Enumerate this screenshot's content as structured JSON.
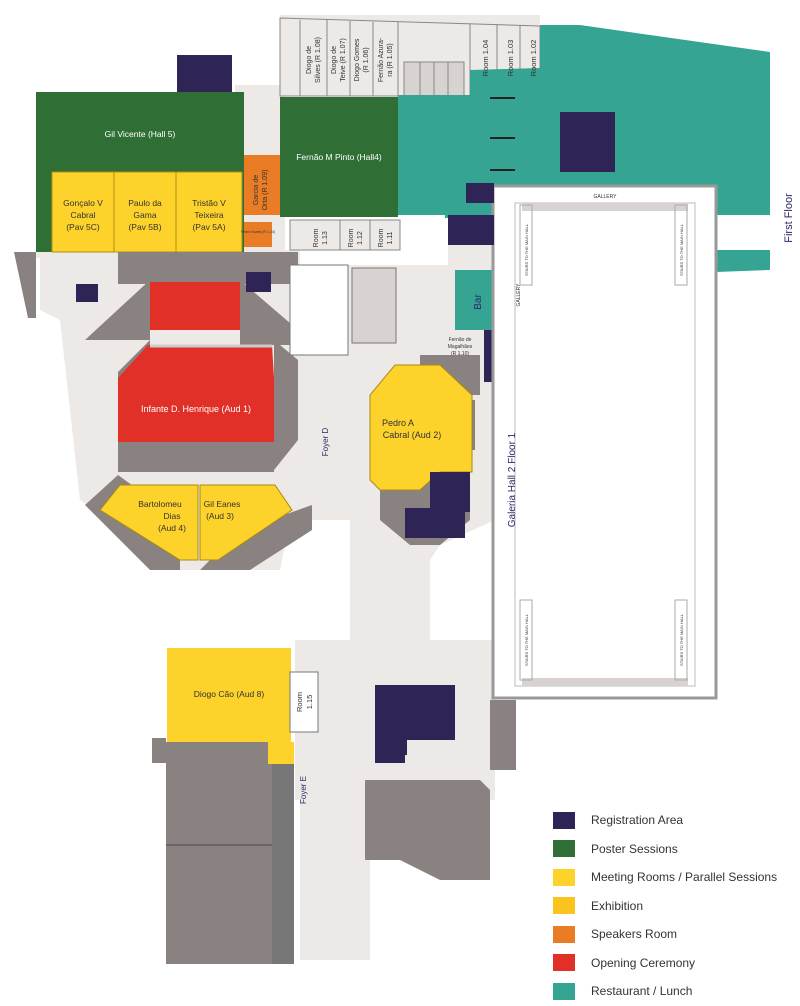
{
  "colors": {
    "registration": "#2e2556",
    "poster": "#2f6f35",
    "meeting": "#fcd22b",
    "exhibition": "#f9c41c",
    "speakers": "#e97c24",
    "opening": "#e03027",
    "restaurant": "#36a492",
    "wall": "#8a8280",
    "floor": "#ece9e7"
  },
  "rooms": {
    "gil_vicente": "Gil Vicente (Hall 5)",
    "fernao_pinto": "Fernão M Pinto (Hall4)",
    "goncalo": [
      "Gonçalo V",
      "Cabral",
      "(Pav 5C)"
    ],
    "paulo": [
      "Paulo da",
      "Gama",
      "(Pav 5B)"
    ],
    "tristao": [
      "Tristão V",
      "Teixeira",
      "(Pav 5A)"
    ],
    "garcia": [
      "Garcia de",
      "Orta (R 1.09)"
    ],
    "pedro_nunes": "Pedro Nunes (R 1.14)",
    "room_113": [
      "Room",
      "1.13"
    ],
    "room_112": [
      "Room",
      "1.12"
    ],
    "room_111": [
      "Room",
      "1.11"
    ],
    "infante": "Infante D. Henrique (Aud 1)",
    "pedro_cabral": [
      "Pedro A",
      "Cabral (Aud 2)"
    ],
    "bartolomeu": [
      "Bartolomeu",
      "Dias",
      "(Aud 4)"
    ],
    "gil_eanes": [
      "Gil Eanes",
      "(Aud 3)"
    ],
    "diogo_cao": "Diogo Cão (Aud 8)",
    "room_115": [
      "Room",
      "1.15"
    ],
    "fernao_magalhaes": [
      "Fernão de",
      "Magalhães",
      "(R 1.10)"
    ],
    "bar": "Bar",
    "foyer_d": "Foyer D",
    "foyer_e": "Foyer E",
    "galeria": "Galeria Hall 2 Floor 1",
    "first_floor": "First Floor",
    "gallery_top": "GALLERY",
    "gallery_side": "GALLERY",
    "stairs": "STAIRS TO THE MAIN HALL",
    "r108": [
      "Diogo de",
      "Silves (R 1.08)"
    ],
    "r107": [
      "Diogo de",
      "Teive (R 1.07)"
    ],
    "r106": [
      "Diogo Gomes",
      "(R 1.06)"
    ],
    "r105": [
      "Fernão Azura-",
      "ra (R 1.05)"
    ],
    "r104": "Room 1.04",
    "r103": "Room 1.03",
    "r102": "Room 1.02"
  },
  "legend": [
    {
      "label": "Registration Area",
      "color": "#2e2556"
    },
    {
      "label": "Poster Sessions",
      "color": "#2f6f35"
    },
    {
      "label": "Meeting Rooms / Parallel Sessions",
      "color": "#fcd22b"
    },
    {
      "label": "Exhibition",
      "color": "#f9c41c"
    },
    {
      "label": "Speakers Room",
      "color": "#e97c24"
    },
    {
      "label": "Opening Ceremony",
      "color": "#e03027"
    },
    {
      "label": "Restaurant / Lunch",
      "color": "#36a492"
    }
  ]
}
